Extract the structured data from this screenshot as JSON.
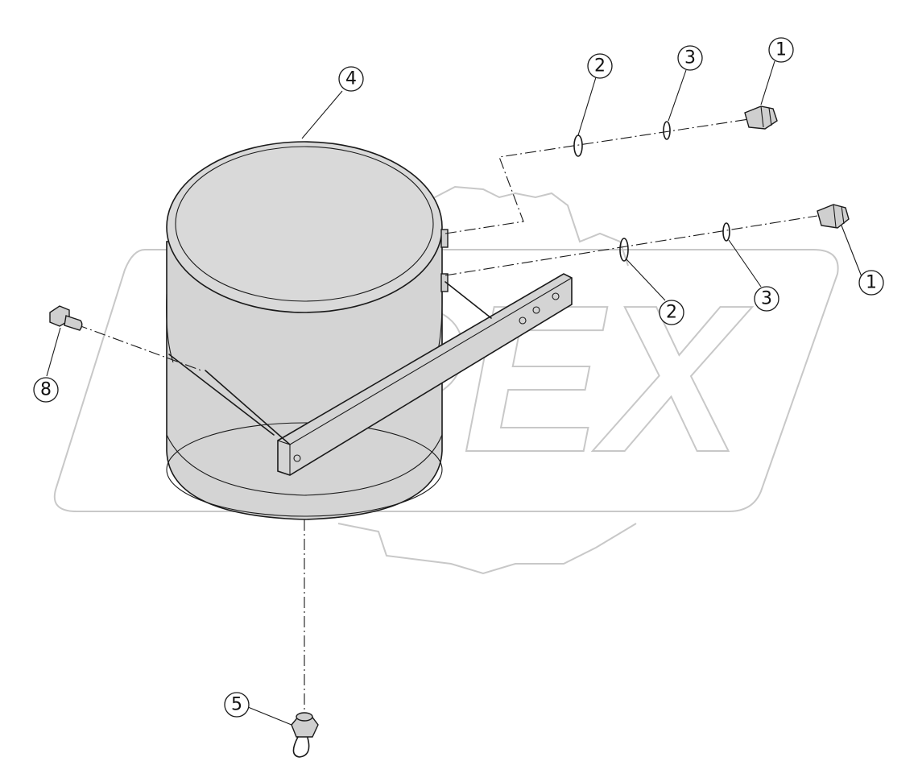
{
  "watermark": "OPEX",
  "callouts": [
    {
      "id": "c1a",
      "label": "1"
    },
    {
      "id": "c1b",
      "label": "1"
    },
    {
      "id": "c2a",
      "label": "2"
    },
    {
      "id": "c2b",
      "label": "2"
    },
    {
      "id": "c3a",
      "label": "3"
    },
    {
      "id": "c3b",
      "label": "3"
    },
    {
      "id": "c4",
      "label": "4"
    },
    {
      "id": "c5",
      "label": "5"
    },
    {
      "id": "c8",
      "label": "8"
    }
  ]
}
